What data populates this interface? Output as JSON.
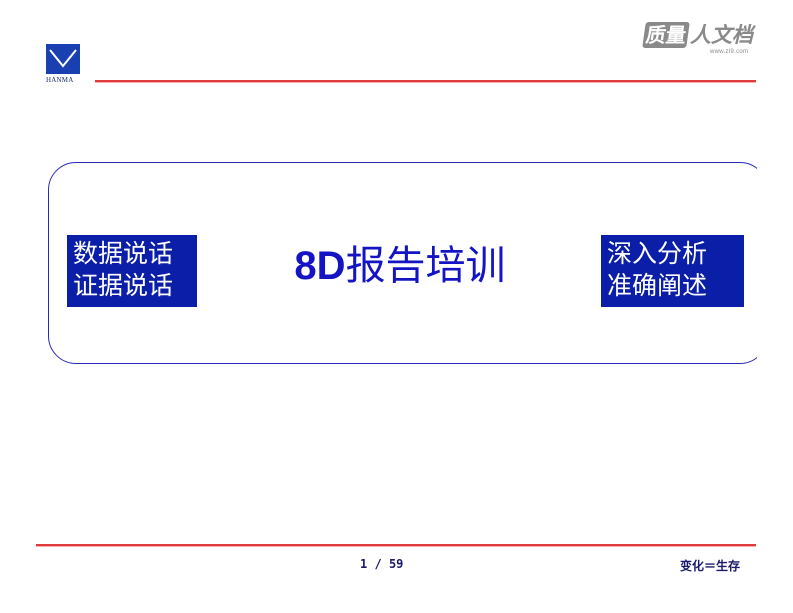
{
  "header": {
    "logo_text": "HANMA",
    "watermark_box": "质量",
    "watermark_rest": "人文档",
    "watermark_url": "www.zl9.com"
  },
  "slide": {
    "left_tag": [
      "数据说话",
      "证据说话"
    ],
    "title_num": "8D",
    "title_cn": "报告培训",
    "right_tag": [
      "深入分析",
      "准确阐述"
    ]
  },
  "footer": {
    "page_current": "1",
    "page_sep": "/",
    "page_total": "59",
    "slogan": "变化＝生存"
  },
  "colors": {
    "accent_blue": "#0b1ea8",
    "title_blue": "#1414c4",
    "rule_red": "#e03a3a",
    "watermark_gray": "#8a8a8a"
  }
}
